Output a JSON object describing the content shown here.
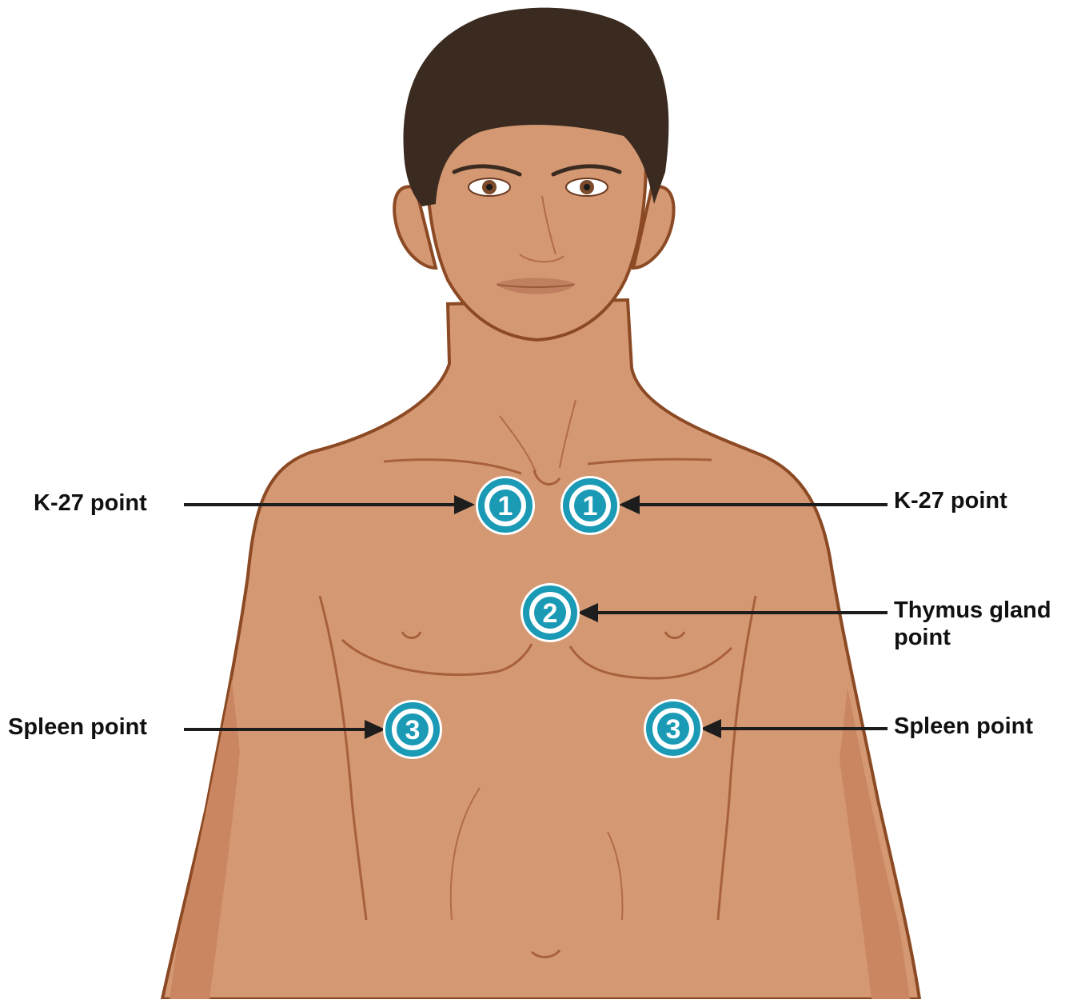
{
  "colors": {
    "skin": "#d49873",
    "skin_shadow": "#c98661",
    "outline": "#8c4a24",
    "hair": "#3a2a20",
    "marker": "#1a9ab5",
    "arrow": "#1d1d1d"
  },
  "markers": [
    {
      "id": "k27-left",
      "number": "1"
    },
    {
      "id": "k27-right",
      "number": "1"
    },
    {
      "id": "thymus",
      "number": "2"
    },
    {
      "id": "spleen-left",
      "number": "3"
    },
    {
      "id": "spleen-right",
      "number": "3"
    }
  ],
  "labels": {
    "k27_left": "K-27 point",
    "k27_right": "K-27 point",
    "thymus_line1": "Thymus gland",
    "thymus_line2": "point",
    "spleen_left": "Spleen point",
    "spleen_right": "Spleen point"
  }
}
